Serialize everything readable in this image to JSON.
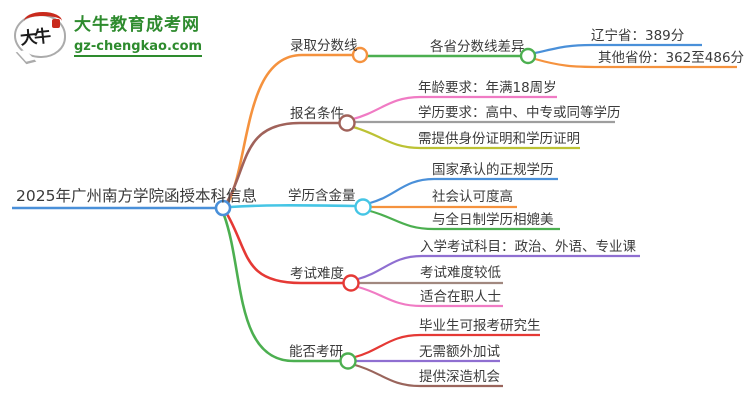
{
  "logo": {
    "icon_text": "大牛",
    "title": "大牛教育成考网",
    "domain": "gz-chengkao.com",
    "brand_green": "#2e8b2e",
    "seal_red": "#c92a1d"
  },
  "root": {
    "label": "2025年广州南方学院函授本科信息",
    "color": "#4a90d9"
  },
  "branches": [
    {
      "label": "录取分数线",
      "color": "#f5923e",
      "children": [
        {
          "label": "各省分数线差异",
          "color": "#4caf50",
          "children": [
            {
              "label": "辽宁省：389分",
              "color": "#4a90d9"
            },
            {
              "label": "其他省份：362至486分",
              "color": "#f5923e"
            }
          ]
        }
      ]
    },
    {
      "label": "报名条件",
      "color": "#a0625a",
      "children": [
        {
          "label": "年龄要求：年满18周岁",
          "color": "#f07bc4"
        },
        {
          "label": "学历要求：高中、中专或同等学历",
          "color": "#9e9e9e"
        },
        {
          "label": "需提供身份证明和学历证明",
          "color": "#bcc234"
        }
      ]
    },
    {
      "label": "学历含金量",
      "color": "#45c5e5",
      "children": [
        {
          "label": "国家承认的正规学历",
          "color": "#4a90d9"
        },
        {
          "label": "社会认可度高",
          "color": "#f5923e"
        },
        {
          "label": "与全日制学历相媲美",
          "color": "#4caf50"
        }
      ]
    },
    {
      "label": "考试难度",
      "color": "#e53935",
      "children": [
        {
          "label": "入学考试科目：政治、外语、专业课",
          "color": "#8f6fd1"
        },
        {
          "label": "考试难度较低",
          "color": "#a1887f"
        },
        {
          "label": "适合在职人士",
          "color": "#f07bc4"
        }
      ]
    },
    {
      "label": "能否考研",
      "color": "#4caf50",
      "children": [
        {
          "label": "毕业生可报考研究生",
          "color": "#e53935"
        },
        {
          "label": "无需额外加试",
          "color": "#8f6fd1"
        },
        {
          "label": "提供深造机会",
          "color": "#9a655c"
        }
      ]
    }
  ]
}
